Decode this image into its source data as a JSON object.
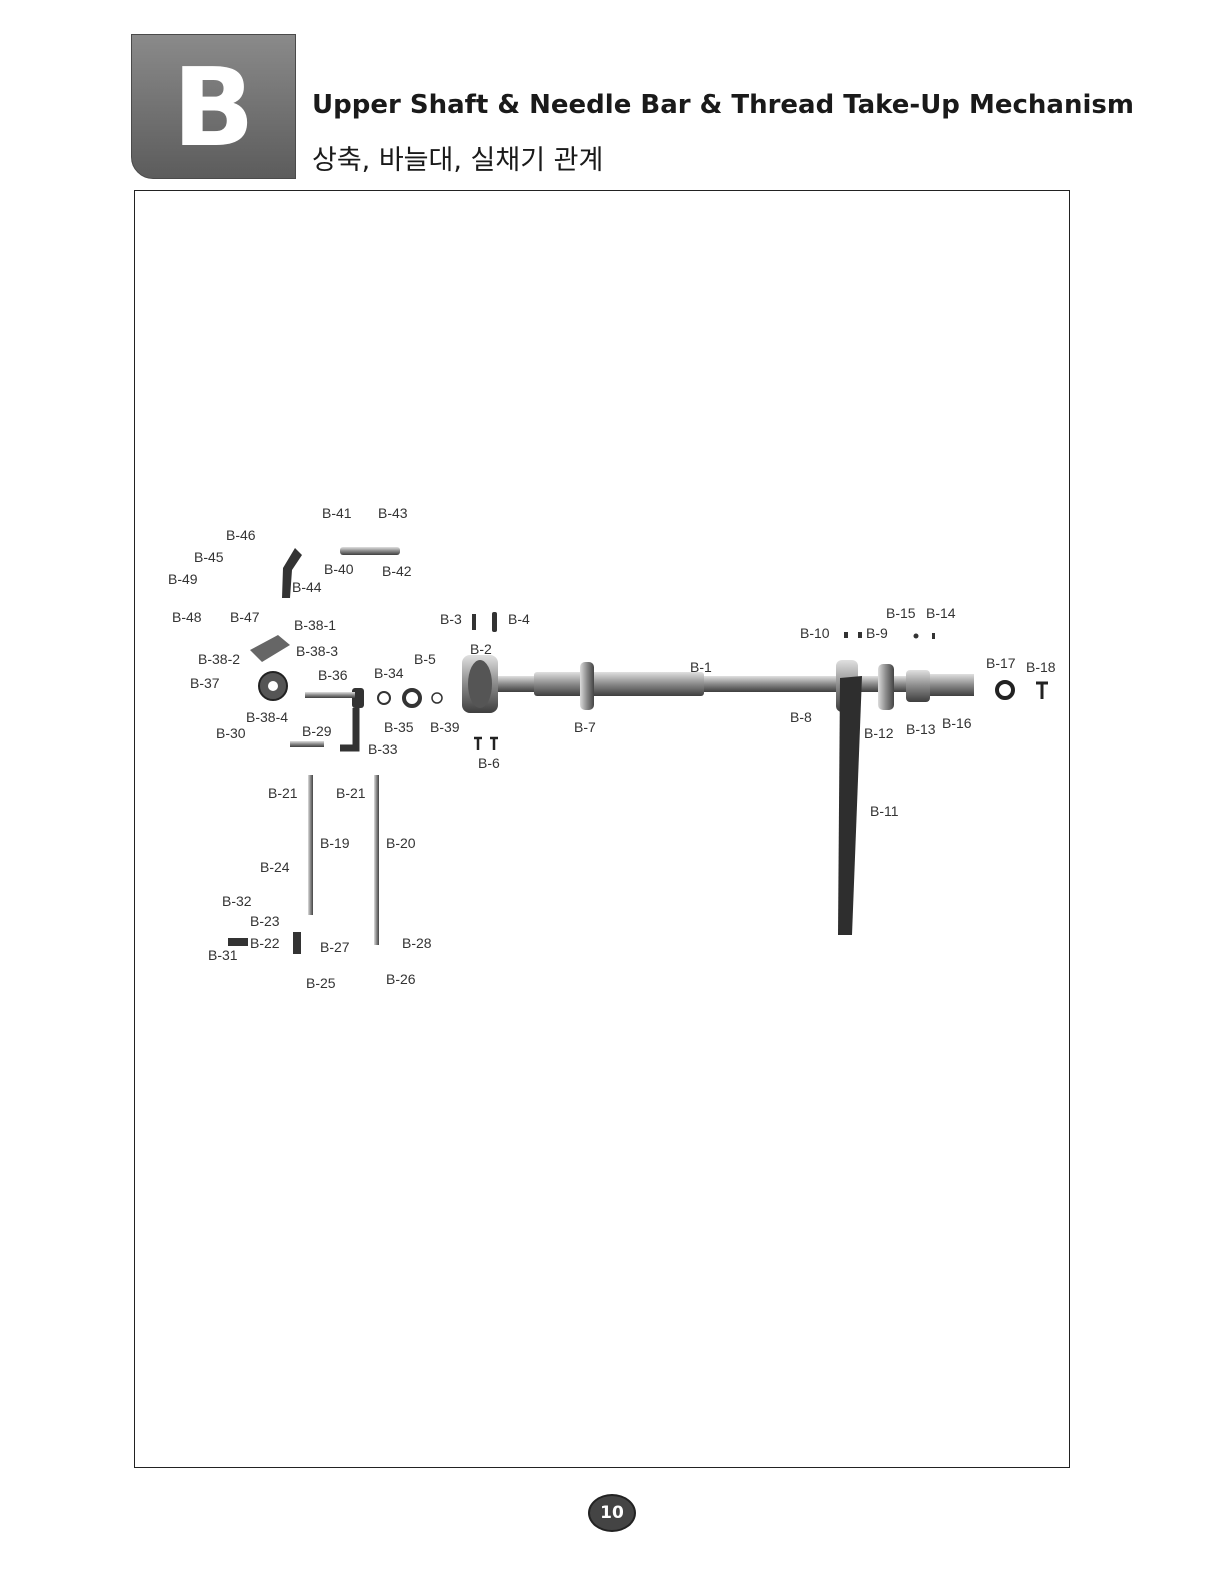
{
  "header": {
    "section_letter": "B",
    "title_en": "Upper Shaft & Needle Bar & Thread Take-Up Mechanism",
    "title_ko": "상축, 바늘대, 실채기 관계"
  },
  "diagram": {
    "labels": {
      "b1": "B-1",
      "b2": "B-2",
      "b3": "B-3",
      "b4": "B-4",
      "b5": "B-5",
      "b6": "B-6",
      "b7": "B-7",
      "b8": "B-8",
      "b9": "B-9",
      "b10": "B-10",
      "b11": "B-11",
      "b12": "B-12",
      "b13": "B-13",
      "b14": "B-14",
      "b15": "B-15",
      "b16": "B-16",
      "b17": "B-17",
      "b18": "B-18",
      "b19": "B-19",
      "b20": "B-20",
      "b21a": "B-21",
      "b21b": "B-21",
      "b22": "B-22",
      "b23": "B-23",
      "b24": "B-24",
      "b25": "B-25",
      "b26": "B-26",
      "b27": "B-27",
      "b28": "B-28",
      "b29": "B-29",
      "b30": "B-30",
      "b31": "B-31",
      "b32": "B-32",
      "b33": "B-33",
      "b34": "B-34",
      "b35": "B-35",
      "b36": "B-36",
      "b37": "B-37",
      "b38_1": "B-38-1",
      "b38_2": "B-38-2",
      "b38_3": "B-38-3",
      "b38_4": "B-38-4",
      "b39": "B-39",
      "b40": "B-40",
      "b41": "B-41",
      "b42": "B-42",
      "b43": "B-43",
      "b44": "B-44",
      "b45": "B-45",
      "b46": "B-46",
      "b47": "B-47",
      "b48": "B-48",
      "b49": "B-49"
    }
  },
  "footer": {
    "page_number": "10"
  }
}
